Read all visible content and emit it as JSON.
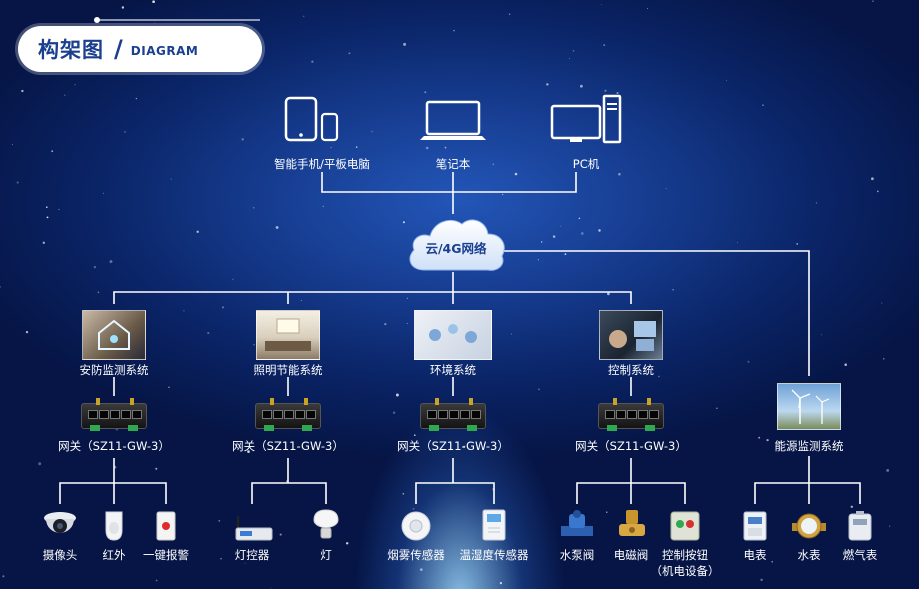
{
  "header": {
    "title": "构架图",
    "divider": "/",
    "subtitle": "DIAGRAM"
  },
  "terminals": [
    {
      "id": "phone",
      "label": "智能手机/平板电脑",
      "icon": "tablet-phone-icon"
    },
    {
      "id": "laptop",
      "label": "笔记本",
      "icon": "laptop-icon"
    },
    {
      "id": "pc",
      "label": "PC机",
      "icon": "desktop-pc-icon"
    }
  ],
  "cloud": {
    "label": "云/4G网络",
    "icon": "cloud-icon"
  },
  "systems": [
    {
      "id": "security",
      "label": "安防监测系统",
      "gateway": "网关（SZ11-GW-3）"
    },
    {
      "id": "lighting",
      "label": "照明节能系统",
      "gateway": "网关（SZ11-GW-3）"
    },
    {
      "id": "environment",
      "label": "环境系统",
      "gateway": "网关（SZ11-GW-3）"
    },
    {
      "id": "control",
      "label": "控制系统",
      "gateway": "网关（SZ11-GW-3）"
    },
    {
      "id": "energy",
      "label": "能源监测系统"
    }
  ],
  "devices": [
    {
      "system": "security",
      "label": "摄像头",
      "icon": "dome-camera-icon"
    },
    {
      "system": "security",
      "label": "红外",
      "icon": "infrared-sensor-icon"
    },
    {
      "system": "security",
      "label": "一键报警",
      "icon": "alarm-button-icon"
    },
    {
      "system": "lighting",
      "label": "灯控器",
      "icon": "light-controller-icon"
    },
    {
      "system": "lighting",
      "label": "灯",
      "icon": "bulb-icon"
    },
    {
      "system": "environment",
      "label": "烟雾传感器",
      "icon": "smoke-sensor-icon"
    },
    {
      "system": "environment",
      "label": "温湿度传感器",
      "icon": "thermo-hygrometer-icon"
    },
    {
      "system": "control",
      "label": "水泵阀",
      "icon": "water-pump-valve-icon"
    },
    {
      "system": "control",
      "label": "电磁阀",
      "icon": "solenoid-valve-icon"
    },
    {
      "system": "control",
      "label": "控制按钮",
      "label2": "（机电设备）",
      "icon": "control-button-box-icon"
    },
    {
      "system": "energy",
      "label": "电表",
      "icon": "electric-meter-icon"
    },
    {
      "system": "energy",
      "label": "水表",
      "icon": "water-meter-icon"
    },
    {
      "system": "energy",
      "label": "燃气表",
      "icon": "gas-meter-icon"
    }
  ],
  "colors": {
    "background": "#0a2466",
    "accent": "#1a3f8f",
    "line": "#ffffff"
  }
}
